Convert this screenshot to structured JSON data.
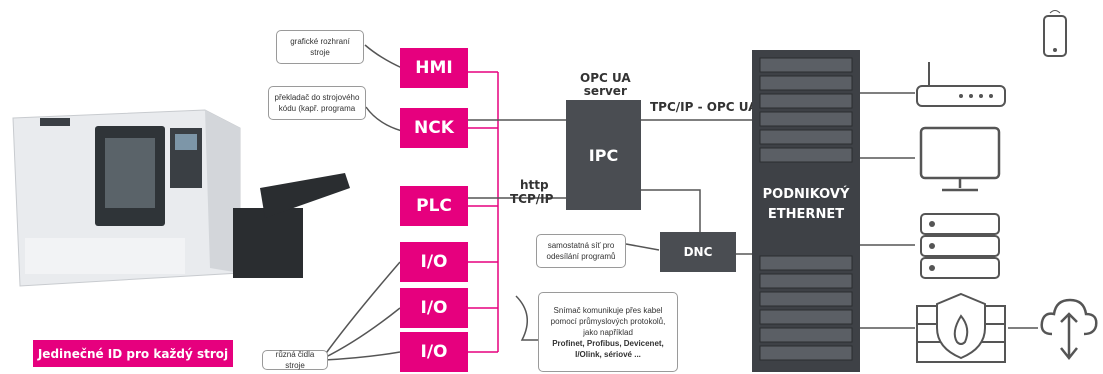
{
  "machine": {
    "badge": "Jedinečné ID pro každý stroj"
  },
  "blocks": {
    "hmi": "HMI",
    "nck": "NCK",
    "plc": "PLC",
    "io1": "I/O",
    "io2": "I/O",
    "io3": "I/O",
    "ipc": "IPC",
    "dnc": "DNC",
    "rack": [
      "PODNIKOVÝ",
      "ETHERNET"
    ]
  },
  "notes": {
    "hmi": "grafické rozhraní stroje",
    "nck": "překladač do strojového kódu (kapř. programa",
    "dnc": "samostatná síť pro odesílání programů",
    "io": "různá čidla stroje",
    "sensor_lines": [
      "Snímač komunikuje přes kabel",
      "pomocí průmyslových protokolů,",
      "jako například"
    ],
    "sensor_bold": [
      "Profinet, Profibus, Devicenet,",
      "I/Olink, sériové ..."
    ]
  },
  "labels": {
    "opc_server": [
      "OPC UA",
      "server"
    ],
    "tcp_opc": "TPC/IP - OPC UA",
    "http": [
      "http",
      "TCP/IP"
    ]
  },
  "colors": {
    "magenta": "#e6007e",
    "dark": "#4a4d52",
    "line": "#555555"
  },
  "icons": [
    "tablet-icon",
    "router-icon",
    "monitor-icon",
    "server-icon",
    "firewall-icon",
    "cloud-icon"
  ]
}
